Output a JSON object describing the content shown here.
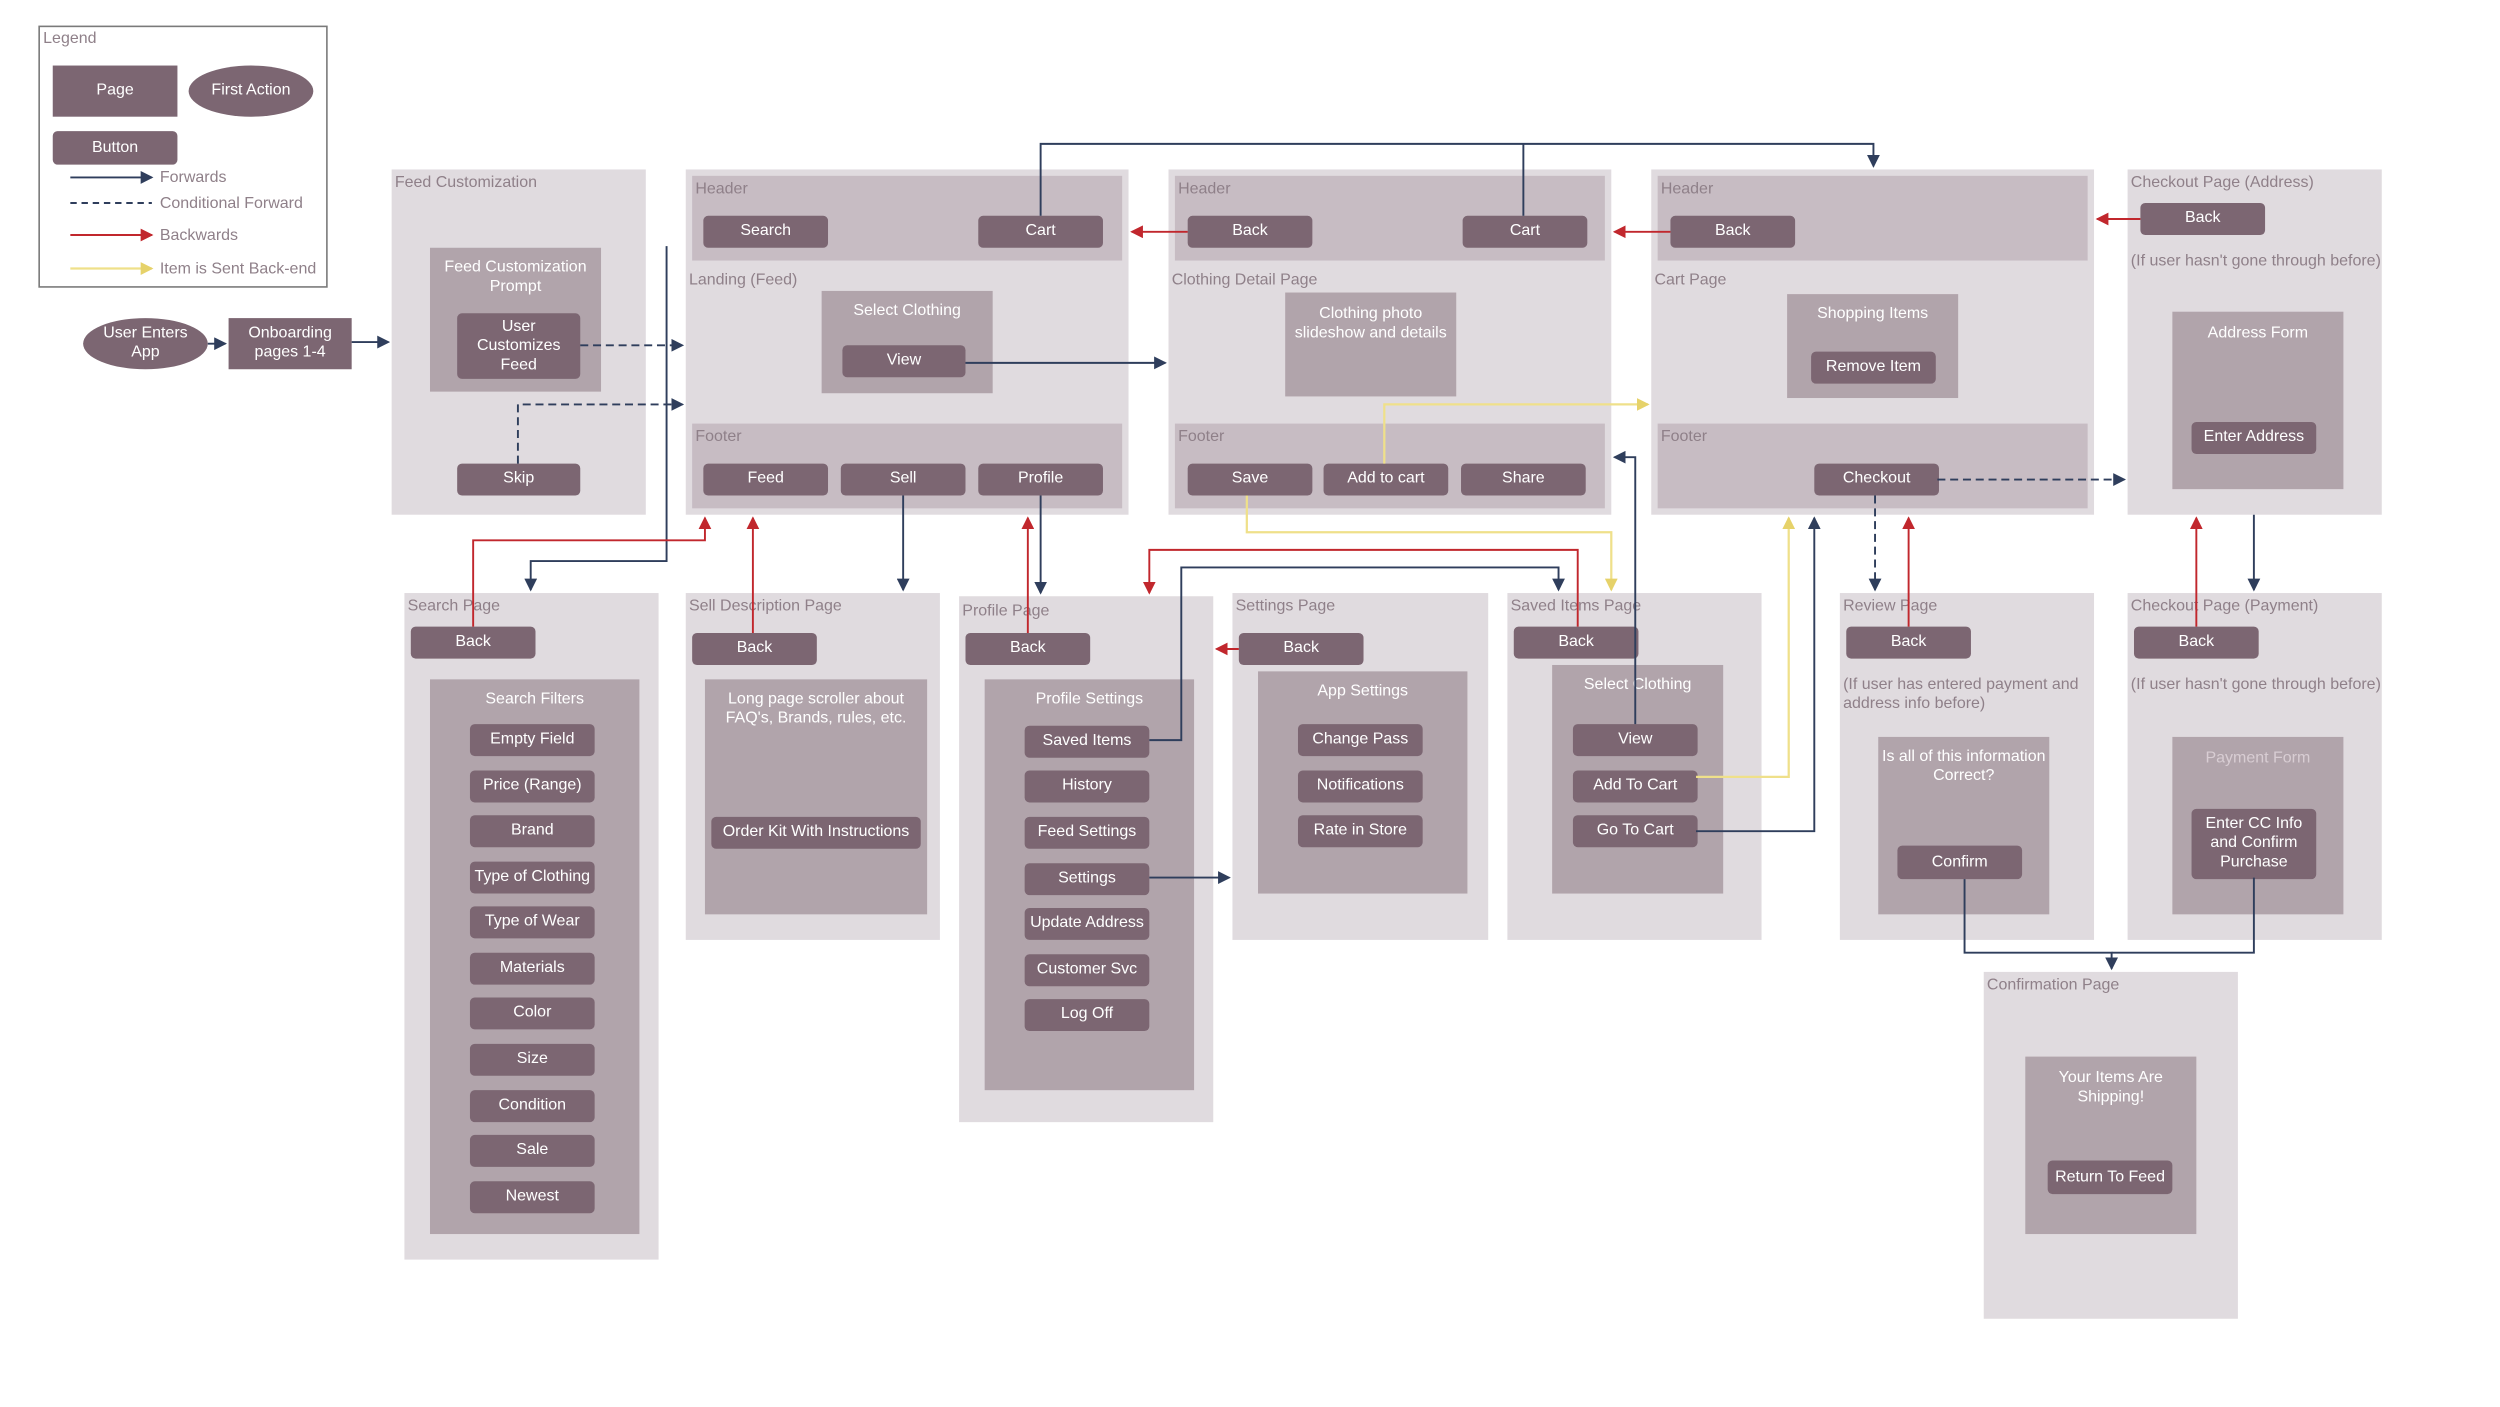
{
  "legend": {
    "title": "Legend",
    "page": "Page",
    "first_action": "First Action",
    "button": "Button",
    "forwards": "Forwards",
    "conditional_forward": "Conditional Forward",
    "backwards": "Backwards",
    "item_sent": "Item is Sent Back-end"
  },
  "colors": {
    "forward": "#2f3e5c",
    "backward": "#c1272d",
    "backend": "#efe08a",
    "page": "#e0dbdf",
    "section": "#c7bcc3",
    "panel": "#b1a4ab",
    "button": "#7c6672"
  },
  "start": {
    "user_enters_app": "User Enters App",
    "onboarding": "Onboarding pages 1-4"
  },
  "feed_customization": {
    "title": "Feed Customization",
    "prompt": "Feed Customization Prompt",
    "user_customizes": "User Customizes Feed",
    "skip": "Skip"
  },
  "landing": {
    "header": "Header",
    "search": "Search",
    "cart": "Cart",
    "title": "Landing (Feed)",
    "select_clothing": "Select Clothing",
    "view": "View",
    "footer": "Footer",
    "feed": "Feed",
    "sell": "Sell",
    "profile": "Profile"
  },
  "clothing_detail": {
    "header": "Header",
    "back": "Back",
    "cart": "Cart",
    "title": "Clothing Detail Page",
    "photo": "Clothing photo slideshow and details",
    "footer": "Footer",
    "save": "Save",
    "add_to_cart": "Add to cart",
    "share": "Share"
  },
  "cart_page": {
    "header": "Header",
    "back": "Back",
    "title": "Cart Page",
    "shopping_items": "Shopping Items",
    "remove_item": "Remove Item",
    "footer": "Footer",
    "checkout": "Checkout"
  },
  "checkout_address": {
    "title": "Checkout Page (Address)",
    "back": "Back",
    "note": "(If user hasn't gone through before)",
    "address_form": "Address Form",
    "enter_address": "Enter Address"
  },
  "search_page": {
    "title": "Search Page",
    "back": "Back",
    "filters_title": "Search Filters",
    "filters": [
      "Empty Field",
      "Price (Range)",
      "Brand",
      "Type of Clothing",
      "Type of Wear",
      "Materials",
      "Color",
      "Size",
      "Condition",
      "Sale",
      "Newest"
    ]
  },
  "sell_page": {
    "title": "Sell Description Page",
    "back": "Back",
    "scroller": "Long page scroller about FAQ's, Brands, rules, etc.",
    "order_kit": "Order Kit With Instructions"
  },
  "profile_page": {
    "title": "Profile Page",
    "back": "Back",
    "settings_title": "Profile Settings",
    "items": [
      "Saved Items",
      "History",
      "Feed Settings",
      "Settings",
      "Update Address",
      "Customer Svc",
      "Log Off"
    ]
  },
  "settings_page": {
    "title": "Settings Page",
    "back": "Back",
    "app_settings": "App Settings",
    "items": [
      "Change Pass",
      "Notifications",
      "Rate in Store"
    ]
  },
  "saved_items": {
    "title": "Saved Items Page",
    "back": "Back",
    "select_clothing": "Select Clothing",
    "view": "View",
    "add_to_cart": "Add To Cart",
    "go_to_cart": "Go To Cart"
  },
  "review_page": {
    "title": "Review Page",
    "back": "Back",
    "note": "(If user has entered payment and address info before)",
    "question": "Is all of this information Correct?",
    "confirm": "Confirm"
  },
  "checkout_payment": {
    "title": "Checkout Page (Payment)",
    "back": "Back",
    "note": "(If user hasn't gone through before)",
    "payment_form": "Payment Form",
    "enter_cc": "Enter CC Info and Confirm Purchase"
  },
  "confirmation": {
    "title": "Confirmation Page",
    "message": "Your Items Are Shipping!",
    "return": "Return To Feed"
  }
}
